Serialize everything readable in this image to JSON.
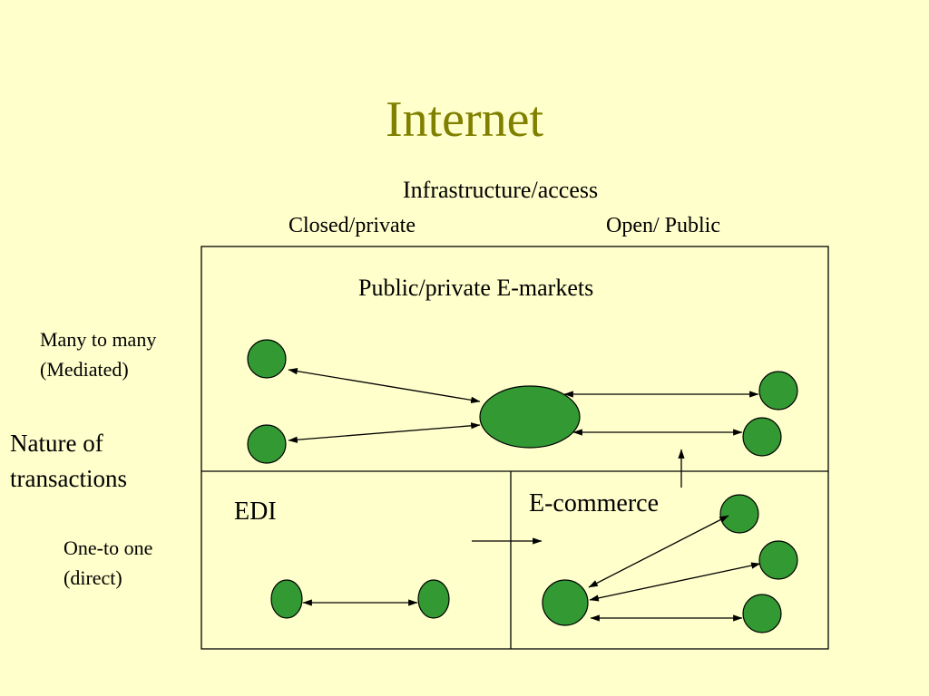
{
  "slide": {
    "title": "Internet",
    "axis_top": {
      "label": "Infrastructure/access",
      "left": "Closed/private",
      "right": "Open/ Public"
    },
    "axis_left": {
      "label_line1": "Nature of",
      "label_line2": "transactions",
      "top_line1": "Many to many",
      "top_line2": "(Mediated)",
      "bottom_line1": "One-to one",
      "bottom_line2": "(direct)"
    },
    "quadrants": {
      "top": "Public/private E-markets",
      "bottom_left": "EDI",
      "bottom_right": "E-commerce"
    },
    "colors": {
      "background": "#FFFFCC",
      "title": "#808000",
      "node_fill": "#339933"
    }
  }
}
